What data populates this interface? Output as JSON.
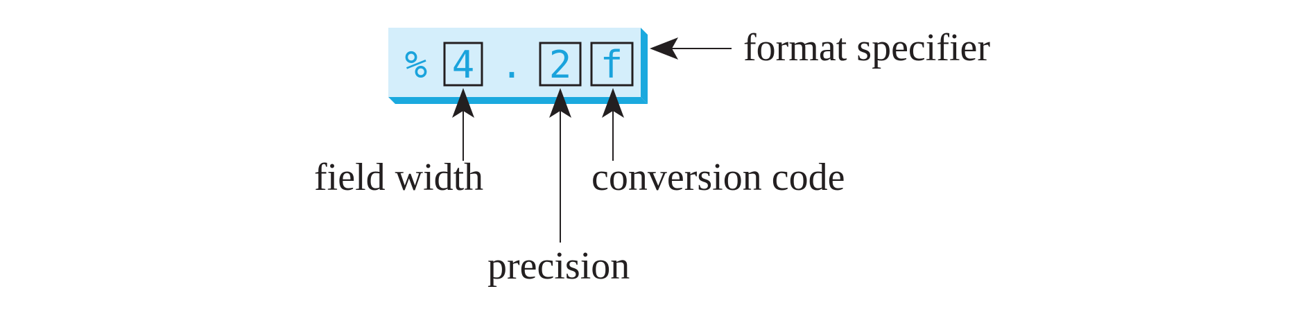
{
  "colors": {
    "panel_fill": "#d4eefb",
    "panel_shadow": "#1ba9de",
    "spec_text": "#1aa3dc",
    "ink": "#231f20",
    "background": "#ffffff"
  },
  "specifier": {
    "percent": "%",
    "width": "4",
    "dot": ".",
    "precision": "2",
    "code": "f"
  },
  "labels": {
    "format_specifier": "format specifier",
    "field_width": "field width",
    "precision": "precision",
    "conversion_code": "conversion code"
  }
}
